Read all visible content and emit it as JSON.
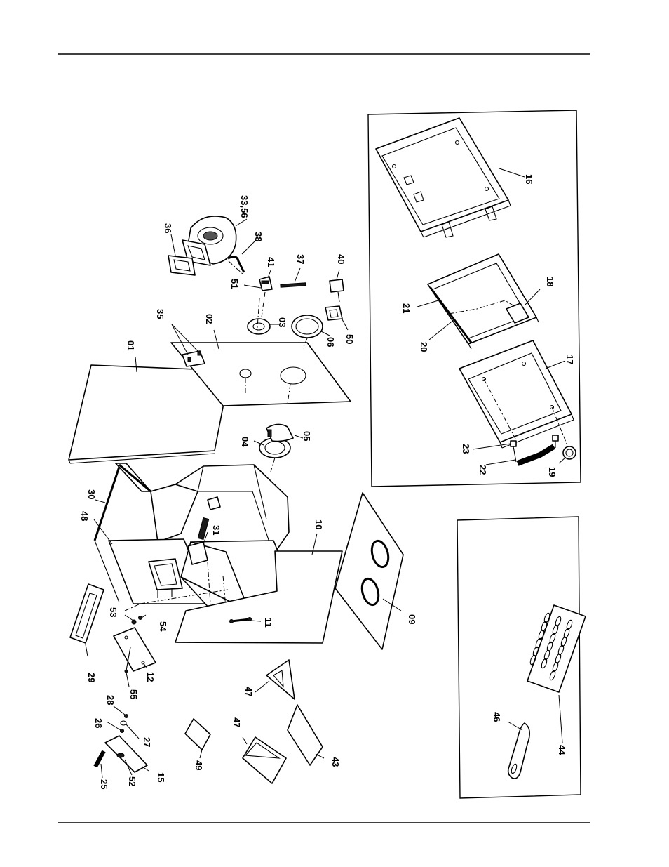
{
  "callouts": [
    {
      "key": "p01",
      "label": "01"
    },
    {
      "key": "p02",
      "label": "02"
    },
    {
      "key": "p03",
      "label": "03"
    },
    {
      "key": "p04",
      "label": "04"
    },
    {
      "key": "p05",
      "label": "05"
    },
    {
      "key": "p06",
      "label": "06"
    },
    {
      "key": "p09",
      "label": "09"
    },
    {
      "key": "p10",
      "label": "10"
    },
    {
      "key": "p11",
      "label": "11"
    },
    {
      "key": "p12",
      "label": "12"
    },
    {
      "key": "p15",
      "label": "15"
    },
    {
      "key": "p16",
      "label": "16"
    },
    {
      "key": "p17",
      "label": "17"
    },
    {
      "key": "p18",
      "label": "18"
    },
    {
      "key": "p19",
      "label": "19"
    },
    {
      "key": "p20",
      "label": "20"
    },
    {
      "key": "p21",
      "label": "21"
    },
    {
      "key": "p22",
      "label": "22"
    },
    {
      "key": "p23",
      "label": "23"
    },
    {
      "key": "p25",
      "label": "25"
    },
    {
      "key": "p26",
      "label": "26"
    },
    {
      "key": "p27",
      "label": "27"
    },
    {
      "key": "p28",
      "label": "28"
    },
    {
      "key": "p29",
      "label": "29"
    },
    {
      "key": "p30",
      "label": "30"
    },
    {
      "key": "p31",
      "label": "31"
    },
    {
      "key": "p33",
      "label": "33,56"
    },
    {
      "key": "p35",
      "label": "35"
    },
    {
      "key": "p36",
      "label": "36"
    },
    {
      "key": "p37",
      "label": "37"
    },
    {
      "key": "p38",
      "label": "38"
    },
    {
      "key": "p40",
      "label": "40"
    },
    {
      "key": "p41",
      "label": "41"
    },
    {
      "key": "p43",
      "label": "43"
    },
    {
      "key": "p44",
      "label": "44"
    },
    {
      "key": "p46",
      "label": "46"
    },
    {
      "key": "p47a",
      "label": "47"
    },
    {
      "key": "p47b",
      "label": "47"
    },
    {
      "key": "p48",
      "label": "48"
    },
    {
      "key": "p49",
      "label": "49"
    },
    {
      "key": "p50",
      "label": "50"
    },
    {
      "key": "p51",
      "label": "51"
    },
    {
      "key": "p52",
      "label": "52"
    },
    {
      "key": "p53",
      "label": "53"
    },
    {
      "key": "p54",
      "label": "54"
    },
    {
      "key": "p55",
      "label": "55"
    }
  ]
}
